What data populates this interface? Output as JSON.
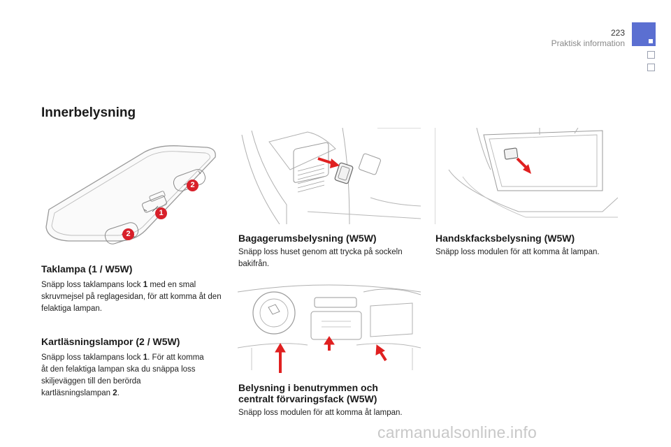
{
  "header": {
    "page_number": "223",
    "section": "Praktisk information"
  },
  "page_title": "Innerbelysning",
  "ceiling": {
    "label_1": "1",
    "label_2a": "2",
    "label_2b": "2",
    "heading": "Taklampa (1 / W5W)",
    "text_a": "Snäpp loss taklampans lock ",
    "bold_1": "1",
    "text_b": " med en smal skruvmejsel på reglagesidan, för att komma åt den felaktiga lampan."
  },
  "reading": {
    "heading": "Kartläsningslampor (2 / W5W)",
    "text_a": "Snäpp loss taklampans lock ",
    "bold_1": "1",
    "text_b": ". För att komma åt den felaktiga lampan ska du snäppa loss skiljeväggen till den berörda kartläsningslampan ",
    "bold_2": "2",
    "text_c": "."
  },
  "luggage": {
    "heading": "Bagagerumsbelysning (W5W)",
    "text": "Snäpp loss huset genom att trycka på sockeln bakifrån."
  },
  "glovebox": {
    "heading": "Handskfacksbelysning (W5W)",
    "text": "Snäpp loss modulen för att komma åt lampan."
  },
  "footwell": {
    "heading_line1": "Belysning i benutrymmen och",
    "heading_line2": "centralt förvaringsfack (W5W)",
    "text": "Snäpp loss modulen för att komma åt lampan."
  },
  "watermark": "carmanualsonline.info",
  "colors": {
    "accent_tab": "#5b6fd1",
    "badge_red": "#d8202a",
    "arrow_red": "#e02020",
    "line_art": "#9a9a9a"
  }
}
